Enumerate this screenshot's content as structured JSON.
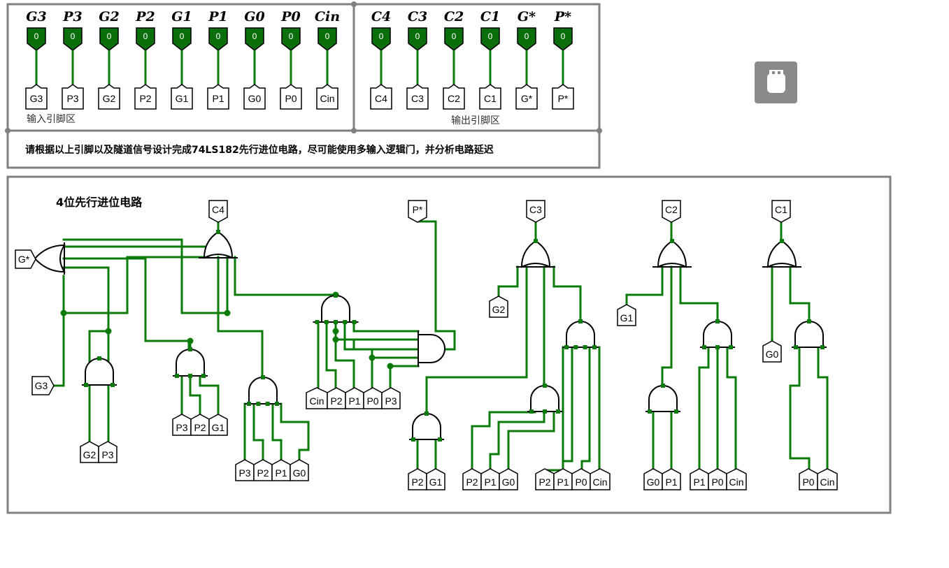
{
  "io_panel": {
    "inputs": [
      "G3",
      "P3",
      "G2",
      "P2",
      "G1",
      "P1",
      "G0",
      "P0",
      "Cin"
    ],
    "outputs": [
      "C4",
      "C3",
      "C2",
      "C1",
      "G*",
      "P*"
    ],
    "input_zone_label": "输入引脚区",
    "output_zone_label": "输出引脚区",
    "led_value": "0",
    "instruction": "请根据以上引脚以及隧道信号设计完成74LS182先行进位电路，尽可能使用多输入逻辑门，并分析电路延迟"
  },
  "circuit": {
    "title": "4位先行进位电路",
    "wire_color": "#0a7a0a",
    "led_color": "#0a6e0a",
    "frame_color": "#808080",
    "tunnels": {
      "c4_out": "C4",
      "gstar_out": "G*",
      "pstar_out": "P*",
      "c3_out": "C3",
      "c2_out": "C2",
      "c1_out": "C1",
      "g3_in": "G3",
      "g2p3": [
        "G2",
        "P3"
      ],
      "p3p2g1": [
        "P3",
        "P2",
        "G1"
      ],
      "p3p2p1g0": [
        "P3",
        "P2",
        "P1",
        "G0"
      ],
      "cinp2p1p0p3": [
        "Cin",
        "P2",
        "P1",
        "P0",
        "P3"
      ],
      "c3_g2": "G2",
      "c3_p2g1": [
        "P2",
        "G1"
      ],
      "c3_p2p1g0": [
        "P2",
        "P1",
        "G0"
      ],
      "c3_p2p1p0cin": [
        "P2",
        "P1",
        "P0",
        "Cin"
      ],
      "c2_g1": "G1",
      "c2_g0p1": [
        "G0",
        "P1"
      ],
      "c2_p1p0cin": [
        "P1",
        "P0",
        "Cin"
      ],
      "c1_g0": "G0",
      "c1_p0cin": [
        "P0",
        "Cin"
      ]
    }
  },
  "toolbar": {
    "plugin_icon": "usb-plugin-icon"
  }
}
